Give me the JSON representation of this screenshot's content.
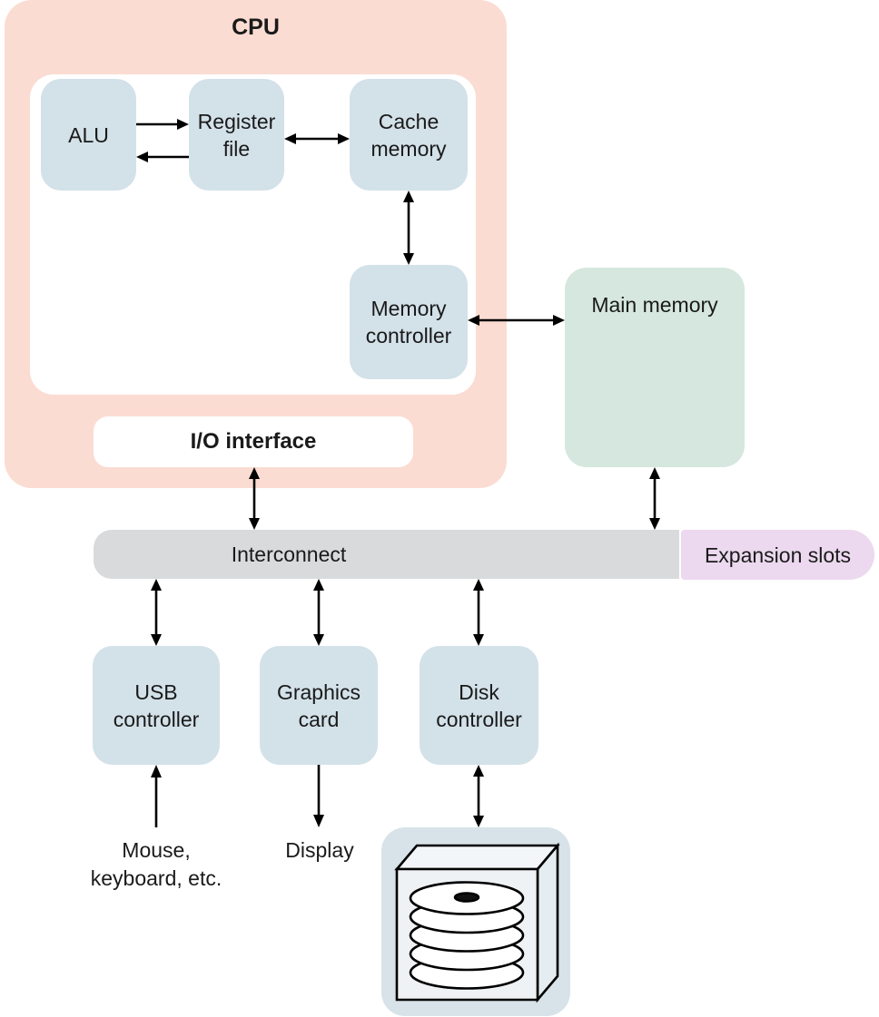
{
  "diagram": {
    "cpu": {
      "label": "CPU",
      "alu": "ALU",
      "register_file": "Register file",
      "cache_memory": "Cache memory",
      "memory_controller": "Memory controller",
      "io_interface": "I/O interface"
    },
    "memory": {
      "main_memory": "Main memory"
    },
    "bus": {
      "interconnect": "Interconnect",
      "expansion_slots": "Expansion slots"
    },
    "controllers": {
      "usb_controller": "USB controller",
      "graphics_card": "Graphics card",
      "disk_controller": "Disk controller"
    },
    "peripherals": {
      "input_devices": {
        "line1": "Mouse,",
        "line2": "keyboard, etc."
      },
      "display": "Display",
      "disk_drive": "disk-drive-icon"
    },
    "colors": {
      "cpu_background": "#fbdcd2",
      "inner_background": "#ffffff",
      "module_fill": "#d3e1e9",
      "main_memory_fill": "#d5e7de",
      "interconnect_fill": "#d8dadb",
      "expansion_fill": "#ecd8ef",
      "disk_panel_fill": "#d8e3e9",
      "arrow": "#000000",
      "text": "#1a1a1a"
    }
  }
}
